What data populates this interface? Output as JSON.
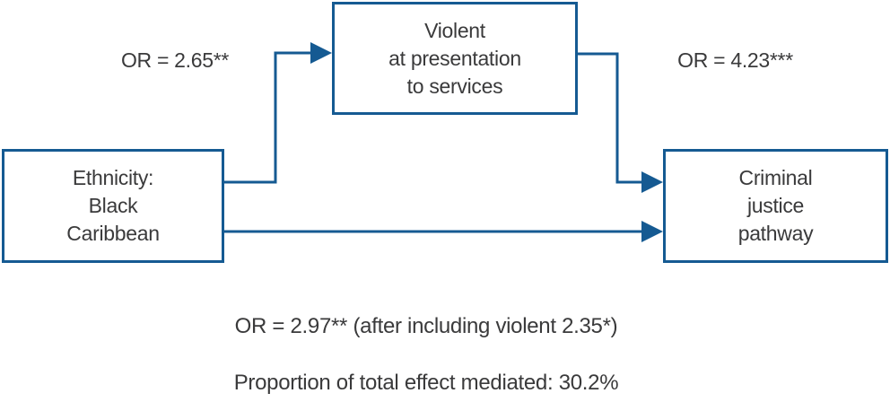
{
  "diagram": {
    "nodes": {
      "predictor": {
        "label": "Ethnicity:\nBlack\nCaribbean"
      },
      "mediator": {
        "label": "Violent\nat presentation\nto services"
      },
      "outcome": {
        "label": "Criminal\njustice\npathway"
      }
    },
    "edges": {
      "predictor_to_mediator": {
        "label": "OR = 2.65**"
      },
      "mediator_to_outcome": {
        "label": "OR = 4.23***"
      },
      "direct_effect": {
        "label": "OR = 2.97** (after including violent 2.35*)"
      }
    },
    "footnote": "Proportion of total effect mediated: 30.2%",
    "colors": {
      "line": "#155a92",
      "text": "#3a3a3b",
      "background": "#ffffff"
    }
  }
}
